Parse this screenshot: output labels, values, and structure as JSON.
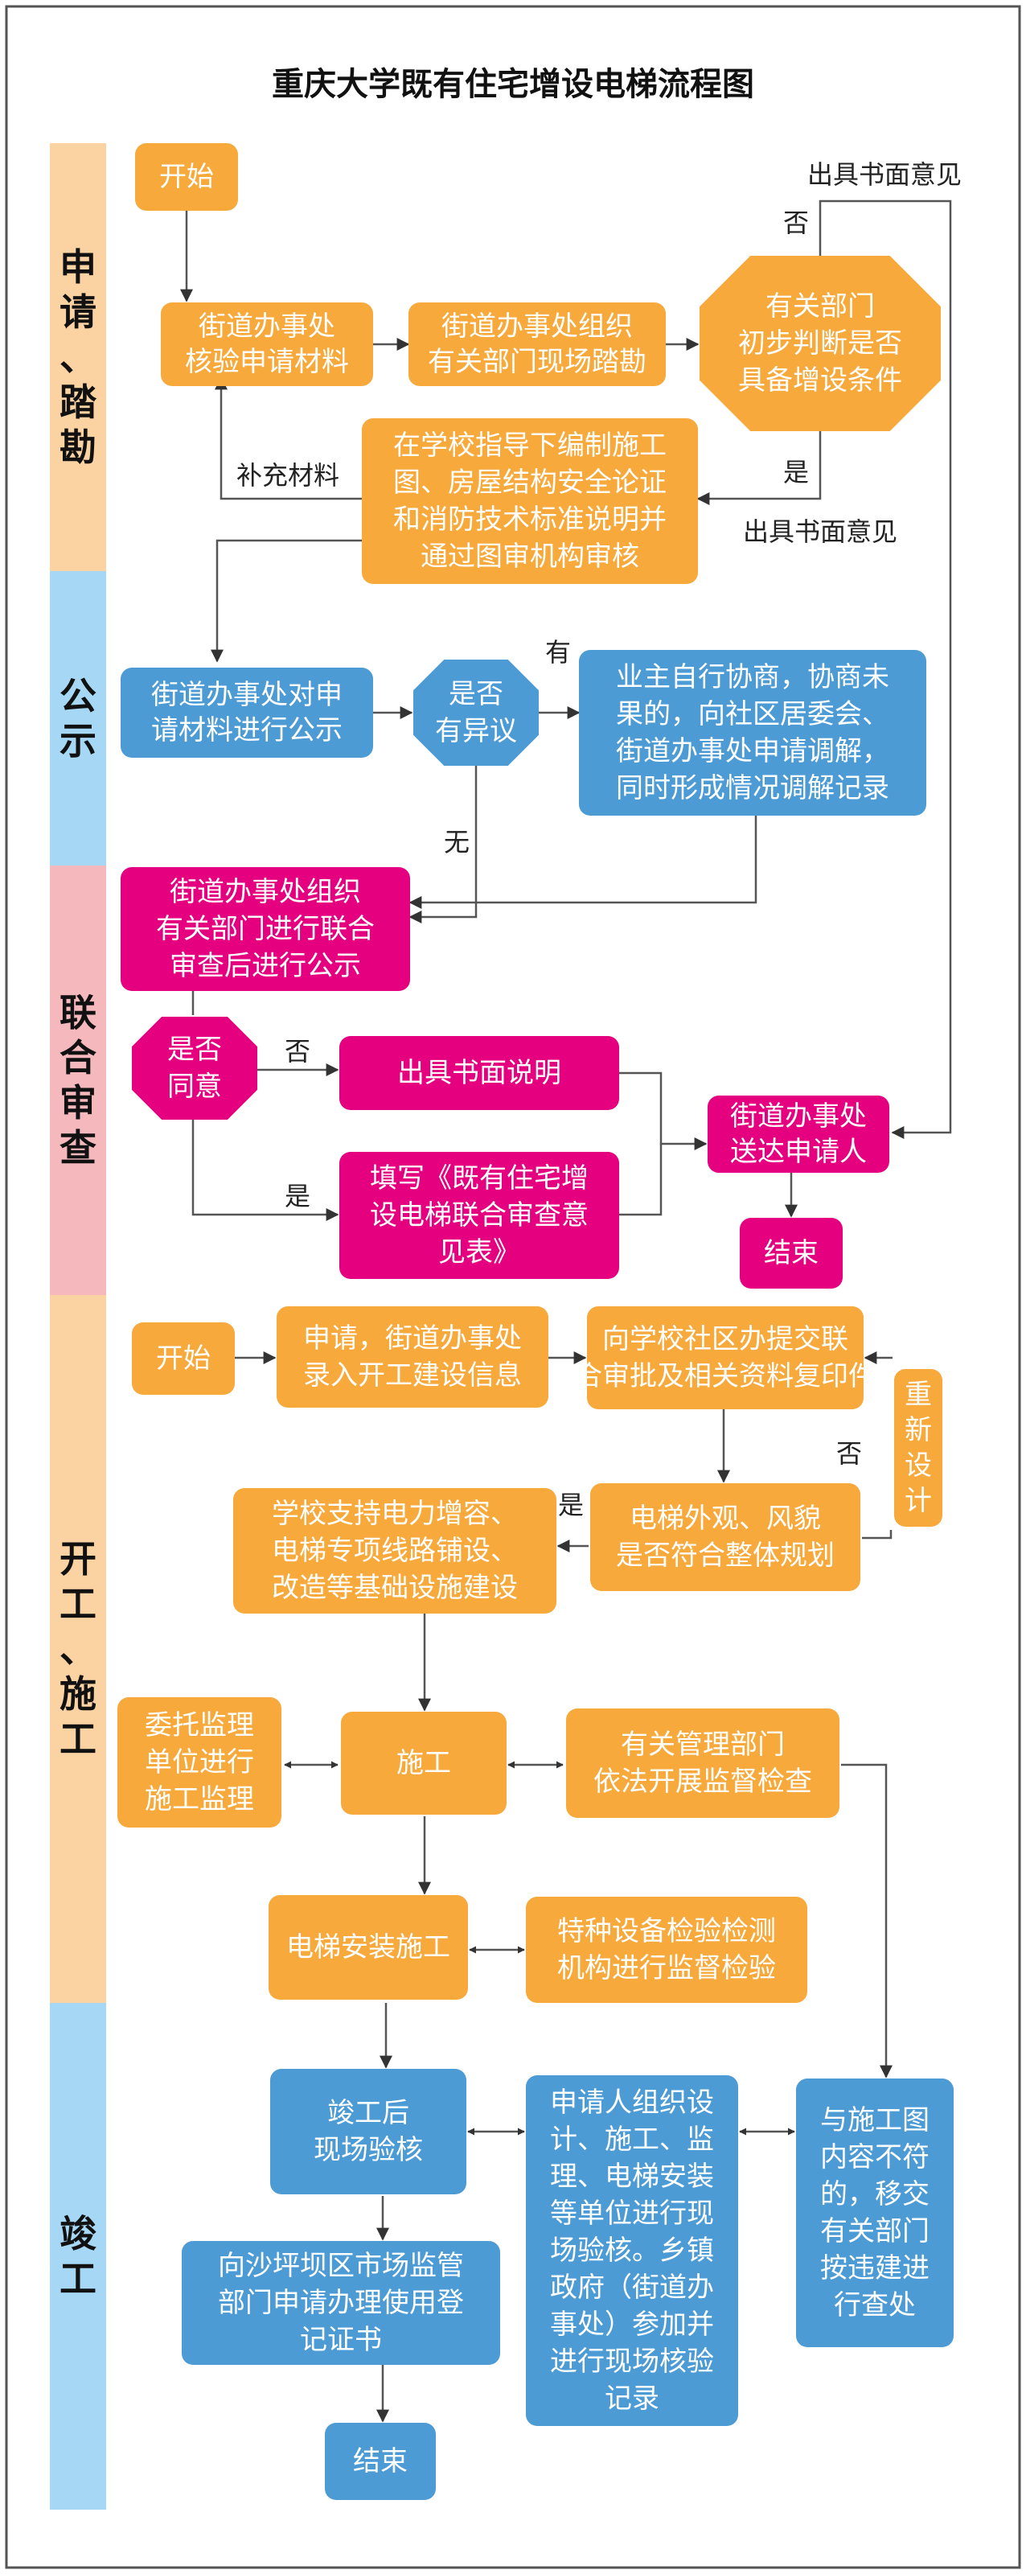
{
  "title": "重庆大学既有住宅增设电梯流程图",
  "colors": {
    "orange": "#F7A93B",
    "blue": "#4D9BD5",
    "magenta": "#E4007F",
    "lane_orange": "#FBD3A2",
    "lane_blue": "#A6D8F5",
    "lane_pink": "#F4B8BD"
  },
  "lanes": {
    "apply": "申请、踏勘",
    "publicity": "公示",
    "review": "联合审查",
    "construction": "开工、施工",
    "completion": "竣工"
  },
  "nodes": {
    "start1": [
      "开始"
    ],
    "verify": [
      "街道办事处",
      "核验申请材料"
    ],
    "survey": [
      "街道办事处组织",
      "有关部门现场踏勘"
    ],
    "judge": [
      "有关部门",
      "初步判断是否",
      "具备增设条件"
    ],
    "prepare": [
      "在学校指导下编制施工",
      "图、房屋结构安全论证",
      "和消防技术标准说明并",
      "通过图审机构审核"
    ],
    "publicize": [
      "街道办事处对申",
      "请材料进行公示"
    ],
    "objection": [
      "是否",
      "有异议"
    ],
    "negotiate": [
      "业主自行协商，协商未",
      "果的，向社区居委会、",
      "街道办事处申请调解，",
      "同时形成情况调解记录"
    ],
    "joint_review": [
      "街道办事处组织",
      "有关部门进行联合",
      "审查后进行公示"
    ],
    "agree": [
      "是否",
      "同意"
    ],
    "written_note": [
      "出具书面说明"
    ],
    "fill_form": [
      "填写《既有住宅增",
      "设电梯联合审查意",
      "见表》"
    ],
    "deliver": [
      "街道办事处",
      "送达申请人"
    ],
    "end1": [
      "结束"
    ],
    "start2": [
      "开始"
    ],
    "apply_entry": [
      "申请，街道办事处",
      "录入开工建设信息"
    ],
    "submit": [
      "向学校社区办提交联",
      "合审批及相关资料复印件"
    ],
    "redesign": [
      "重",
      "新",
      "设",
      "计"
    ],
    "appearance": [
      "电梯外观、风貌",
      "是否符合整体规划"
    ],
    "support": [
      "学校支持电力增容、",
      "电梯专项线路铺设、",
      "改造等基础设施建设"
    ],
    "entrust": [
      "委托监理",
      "单位进行",
      "施工监理"
    ],
    "construct": [
      "施工"
    ],
    "supervise": [
      "有关管理部门",
      "依法开展监督检查"
    ],
    "install": [
      "电梯安装施工"
    ],
    "inspect": [
      "特种设备检验检测",
      "机构进行监督检验"
    ],
    "acceptance": [
      "竣工后",
      "现场验核"
    ],
    "organize": [
      "申请人组织设",
      "计、施工、监",
      "理、电梯安装",
      "等单位进行现",
      "场验核。乡镇",
      "政府（街道办",
      "事处）参加并",
      "进行现场核验",
      "记录"
    ],
    "mismatch": [
      "与施工图",
      "内容不符",
      "的，移交",
      "有关部门",
      "按违建进",
      "行查处"
    ],
    "register": [
      "向沙坪坝区市场监管",
      "部门申请办理使用登",
      "记证书"
    ],
    "end2": [
      "结束"
    ]
  },
  "labels": {
    "written_opinion_top": "出具书面意见",
    "no_judge": "否",
    "yes_judge": "是",
    "written_opinion_bottom": "出具书面意见",
    "supplement": "补充材料",
    "has": "有",
    "none": "无",
    "no_agree": "否",
    "yes_agree": "是",
    "no_appearance": "否",
    "yes_appearance": "是"
  }
}
